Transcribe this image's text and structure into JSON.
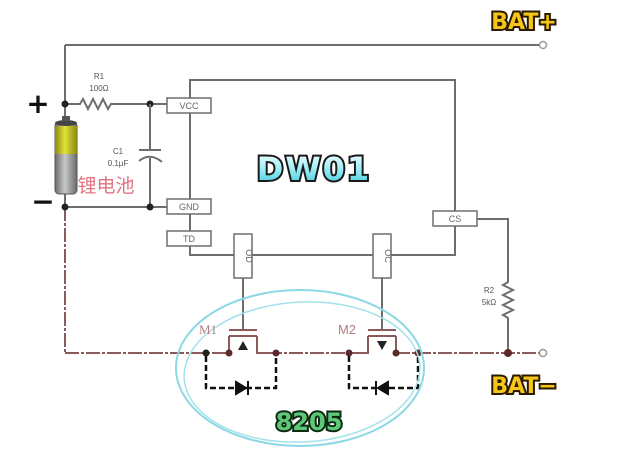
{
  "diagram": {
    "title": "DW01",
    "terminals": {
      "bat_plus": "BAT+",
      "bat_minus": "BAT−"
    },
    "battery": {
      "plus_sign": "+",
      "minus_sign": "−",
      "label": "锂电池"
    },
    "components": {
      "r1": {
        "name": "R1",
        "value": "100Ω"
      },
      "c1": {
        "name": "C1",
        "value": "0.1μF"
      },
      "r2": {
        "name": "R2",
        "value": "5kΩ"
      },
      "m1": {
        "name": "M1"
      },
      "m2": {
        "name": "M2"
      },
      "mosfet_pair": "8205"
    },
    "ic_pins": {
      "vcc": "VCC",
      "gnd": "GND",
      "td": "TD",
      "od": "OD",
      "oc": "OC",
      "cs": "CS"
    },
    "colors": {
      "terminal_label_fill": "#f5c518",
      "title_fill": "#5fe0ee",
      "chip_label_fill": "#4cc070",
      "highlight_ellipse": "#7fd6e2",
      "battery_label": "#e06070"
    }
  }
}
